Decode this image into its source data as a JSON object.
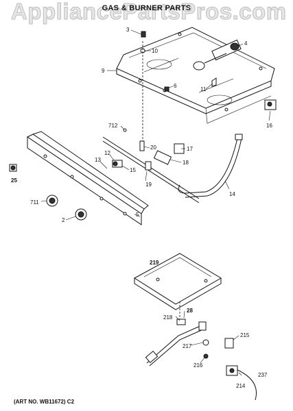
{
  "watermark": "AppliancePartsPros.com",
  "title": "GAS & BURNER PARTS",
  "art_number": "(ART NO. WB11672) C2",
  "callouts": [
    "3",
    "4",
    "10",
    "9",
    "11",
    "6",
    "16",
    "712",
    "20",
    "17",
    "12",
    "13",
    "15",
    "18",
    "19",
    "14",
    "25",
    "5",
    "711",
    "2",
    "219",
    "28",
    "218",
    "215",
    "217",
    "216",
    "237",
    "214"
  ]
}
